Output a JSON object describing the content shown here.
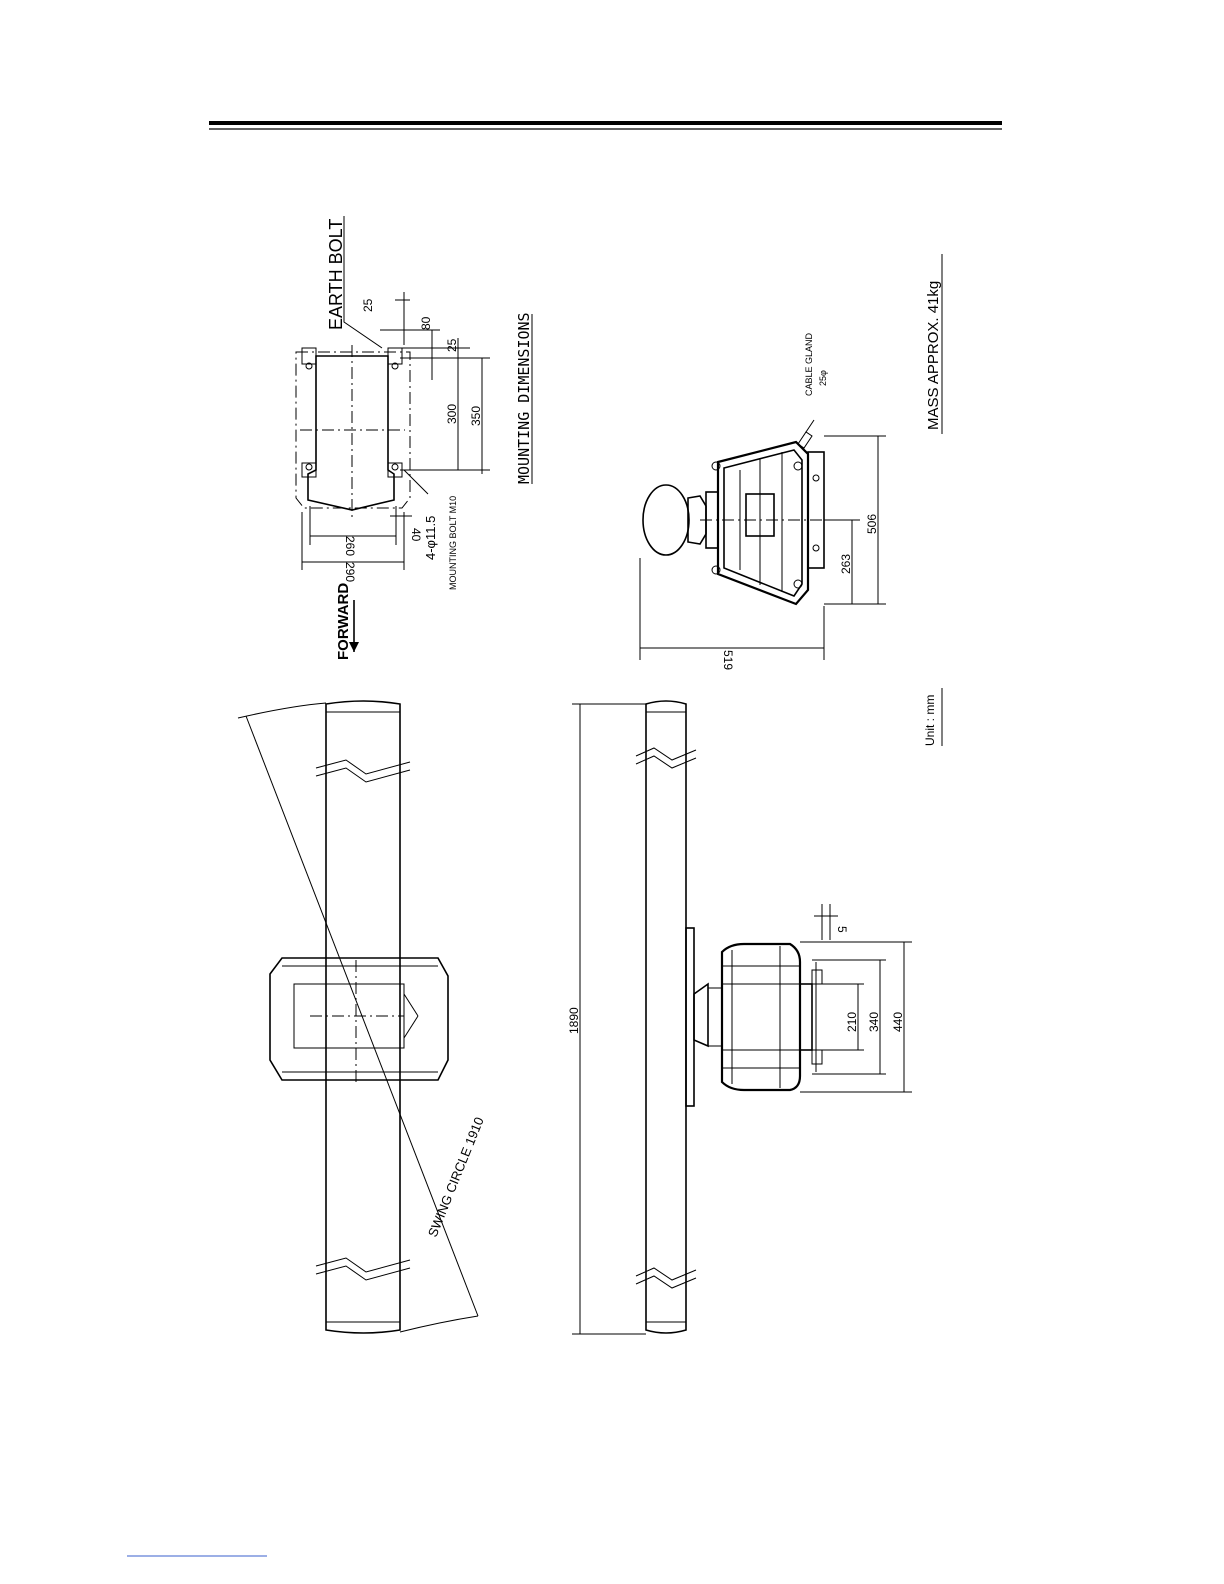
{
  "labels": {
    "earth_bolt": "EARTH BOLT",
    "mounting_dimensions": "MOUNTING DIMENSIONS",
    "forward": "FORWARD",
    "mounting_bolt_count": "4-φ11.5",
    "mounting_bolt_spec": "MOUNTING BOLT M10",
    "cable_gland": "CABLE GLAND",
    "cable_gland_size": "25φ",
    "mass": "MASS APPROX. 41kg",
    "unit": "Unit : mm",
    "swing_circle": "SWING CIRCLE 1910"
  },
  "dimensions": {
    "d25_top": "25",
    "d80": "80",
    "d25": "25",
    "d300": "300",
    "d350": "350",
    "d40": "40",
    "d260": "260",
    "d290": "290",
    "d519": "519",
    "d263": "263",
    "d506": "506",
    "d1890": "1890",
    "d5": "5",
    "d210": "210",
    "d340": "340",
    "d440": "440"
  }
}
